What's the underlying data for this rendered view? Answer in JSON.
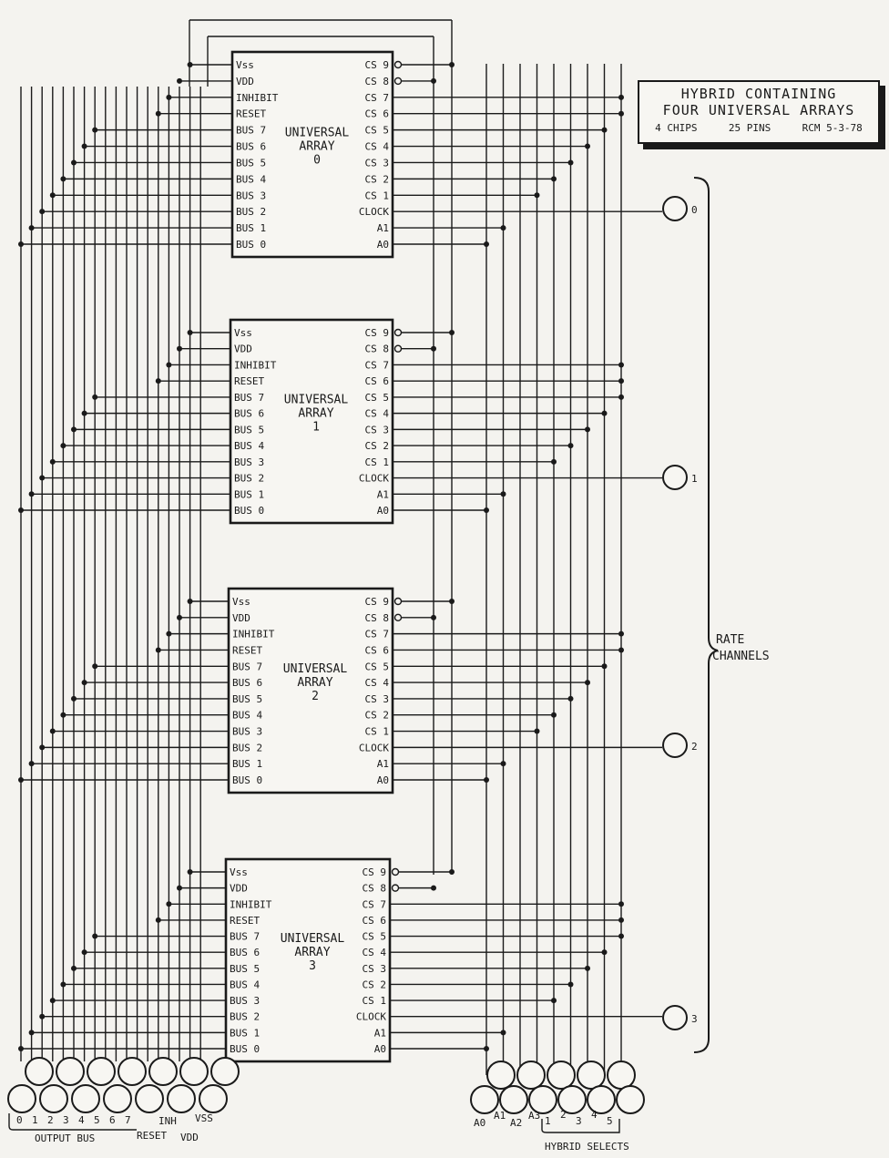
{
  "title": {
    "line1": "HYBRID CONTAINING",
    "line2": "FOUR UNIVERSAL ARRAYS",
    "chips": "4 CHIPS",
    "pins": "25 PINS",
    "author_date": "RCM 5-3-78"
  },
  "chips": [
    {
      "name1": "UNIVERSAL",
      "name2": "ARRAY",
      "index": "0"
    },
    {
      "name1": "UNIVERSAL",
      "name2": "ARRAY",
      "index": "1"
    },
    {
      "name1": "UNIVERSAL",
      "name2": "ARRAY",
      "index": "2"
    },
    {
      "name1": "UNIVERSAL",
      "name2": "ARRAY",
      "index": "3"
    }
  ],
  "left_pins": [
    "Vss",
    "VDD",
    "INHIBIT",
    "RESET",
    "BUS 7",
    "BUS 6",
    "BUS 5",
    "BUS 4",
    "BUS 3",
    "BUS 2",
    "BUS 1",
    "BUS 0"
  ],
  "right_pins": [
    "CS 9",
    "CS 8",
    "CS 7",
    "CS 6",
    "CS 5",
    "CS 4",
    "CS 3",
    "CS 2",
    "CS 1",
    "CLOCK",
    "A1",
    "A0"
  ],
  "rate_channels": {
    "label1": "RATE",
    "label2": "CHANNELS",
    "channels": [
      "0",
      "1",
      "2",
      "3"
    ]
  },
  "bottom_left": {
    "output_bus_digits": [
      "0",
      "1",
      "2",
      "3",
      "4",
      "5",
      "6",
      "7"
    ],
    "inh": "INH",
    "vss": "VSS",
    "output_bus": "OUTPUT BUS",
    "reset": "RESET",
    "vdd": "VDD"
  },
  "bottom_right": {
    "addr": [
      "A0",
      "A1",
      "A2",
      "A3"
    ],
    "selects": [
      "1",
      "2",
      "3",
      "4",
      "5"
    ],
    "hybrid_selects": "HYBRID SELECTS"
  }
}
